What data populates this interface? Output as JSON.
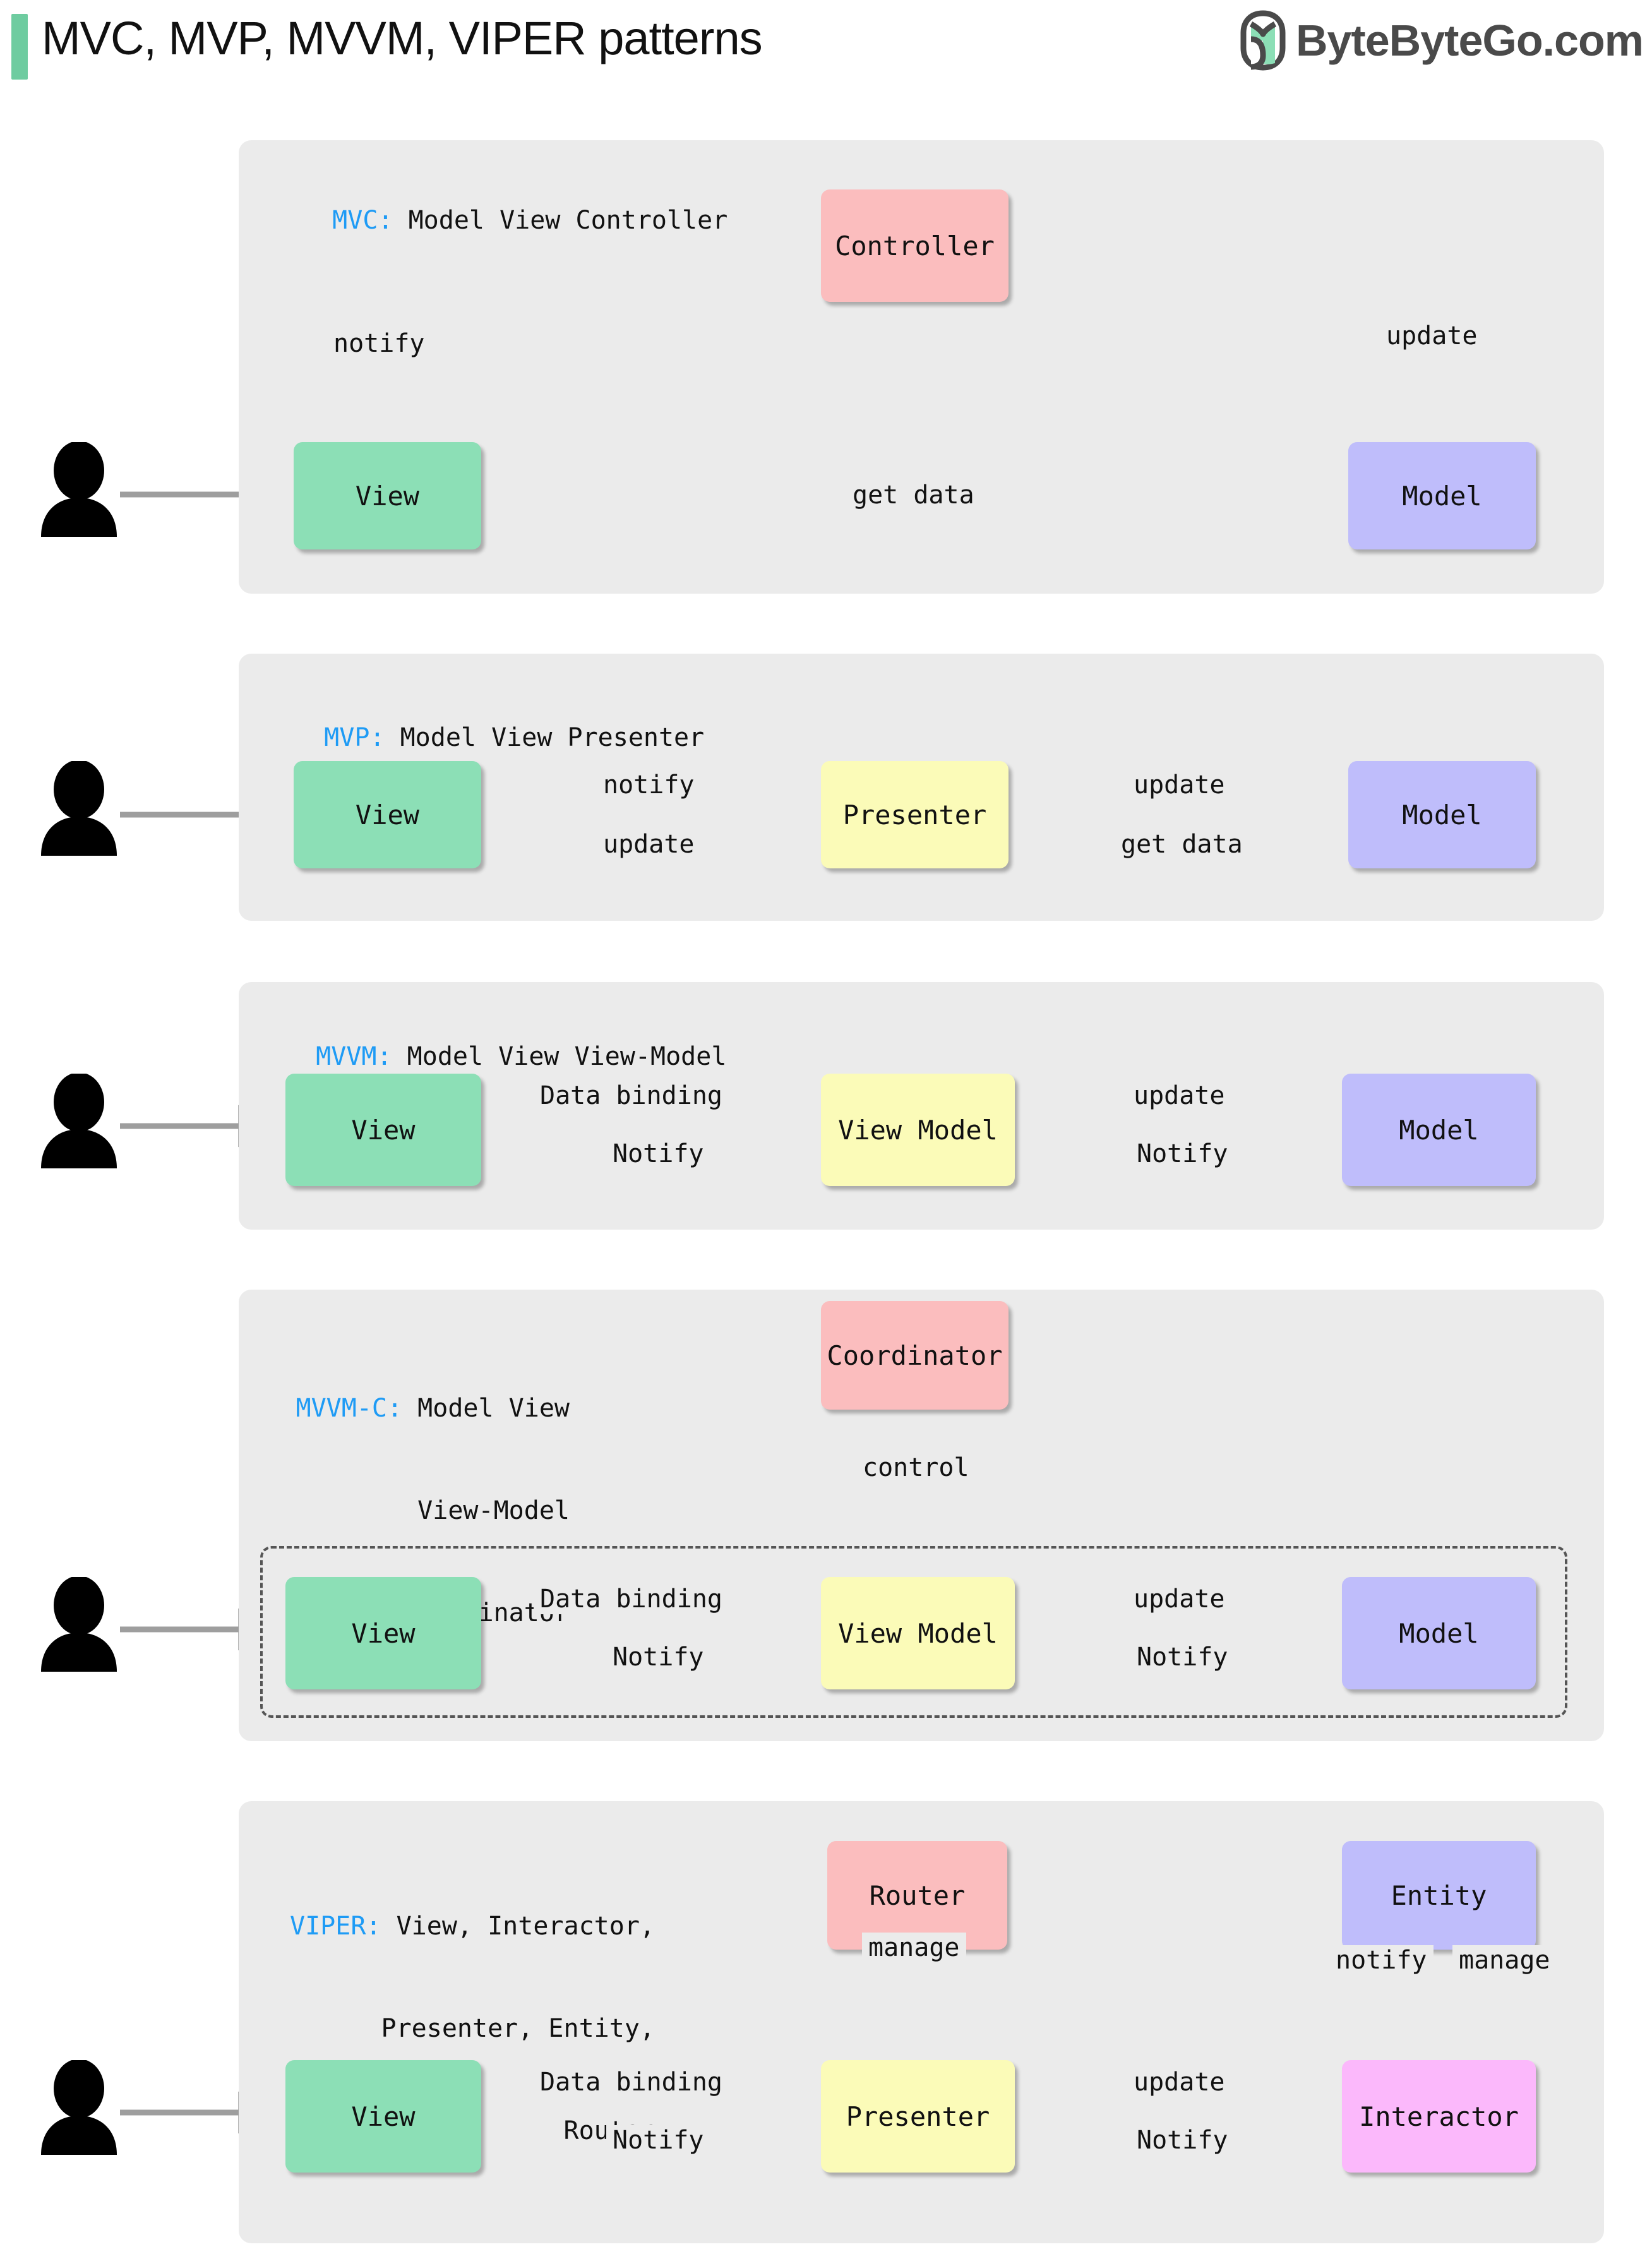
{
  "header": {
    "title": "MVC, MVP, MVVM, VIPER patterns",
    "brand": "ByteByteGo.com",
    "logo_name": "bytebytego-logo",
    "accent_color": "#6ECCA0"
  },
  "colors": {
    "panel_bg": "#ebebeb",
    "view": "#8CDFB6",
    "model": "#BFBDFB",
    "controller": "#FBBDBE",
    "presenter": "#FBFBB8",
    "interactor": "#FBB8FB",
    "arrow": "#9E9E9E",
    "tag": "#1E9BF5"
  },
  "panels": [
    {
      "tag": "MVC:",
      "title": " Model View Controller",
      "title_lines": [
        "MVC: Model View Controller"
      ],
      "nodes": [
        {
          "name": "view",
          "label": "View"
        },
        {
          "name": "controller",
          "label": "Controller"
        },
        {
          "name": "model",
          "label": "Model"
        }
      ],
      "edges": [
        {
          "label": "notify",
          "style": "solid"
        },
        {
          "label": "update",
          "style": "solid"
        },
        {
          "label": "get data",
          "style": "solid"
        }
      ]
    },
    {
      "tag": "MVP:",
      "title": " Model View Presenter",
      "title_lines": [
        "MVP: Model View Presenter"
      ],
      "nodes": [
        {
          "name": "view",
          "label": "View"
        },
        {
          "name": "presenter",
          "label": "Presenter"
        },
        {
          "name": "model",
          "label": "Model"
        }
      ],
      "edges": [
        {
          "label": "notify",
          "style": "solid"
        },
        {
          "label": "update",
          "style": "solid"
        },
        {
          "label": "update",
          "style": "solid"
        },
        {
          "label": "get data",
          "style": "solid"
        }
      ]
    },
    {
      "tag": "MVVM:",
      "title": " Model View View-Model",
      "title_lines": [
        "MVVM: Model View View-Model"
      ],
      "nodes": [
        {
          "name": "view",
          "label": "View"
        },
        {
          "name": "view-model",
          "label": "View Model"
        },
        {
          "name": "model",
          "label": "Model"
        }
      ],
      "edges": [
        {
          "label": "Data binding",
          "style": "solid"
        },
        {
          "label": "Notify",
          "style": "dashed"
        },
        {
          "label": "update",
          "style": "solid"
        },
        {
          "label": "Notify",
          "style": "dashed"
        }
      ]
    },
    {
      "tag": "MVVM-C:",
      "title": " Model View",
      "title_lines": [
        "MVVM-C: Model View",
        "View-Model",
        "Coordinator"
      ],
      "nodes": [
        {
          "name": "coordinator",
          "label": "Coordinator"
        },
        {
          "name": "view",
          "label": "View"
        },
        {
          "name": "view-model",
          "label": "View Model"
        },
        {
          "name": "model",
          "label": "Model"
        }
      ],
      "edges": [
        {
          "label": "control",
          "style": "solid"
        },
        {
          "label": "Data binding",
          "style": "solid"
        },
        {
          "label": "Notify",
          "style": "dashed"
        },
        {
          "label": "update",
          "style": "solid"
        },
        {
          "label": "Notify",
          "style": "dashed"
        }
      ]
    },
    {
      "tag": "VIPER:",
      "title": " View, Interactor,",
      "title_lines": [
        "VIPER: View, Interactor,",
        "Presenter, Entity,",
        "Router"
      ],
      "nodes": [
        {
          "name": "router",
          "label": "Router"
        },
        {
          "name": "entity",
          "label": "Entity"
        },
        {
          "name": "view",
          "label": "View"
        },
        {
          "name": "presenter",
          "label": "Presenter"
        },
        {
          "name": "interactor",
          "label": "Interactor"
        }
      ],
      "edges": [
        {
          "label": "manage",
          "style": "solid"
        },
        {
          "label": "Data binding",
          "style": "solid"
        },
        {
          "label": "Notify",
          "style": "dashed"
        },
        {
          "label": "update",
          "style": "solid"
        },
        {
          "label": "Notify",
          "style": "dashed"
        },
        {
          "label": "notify",
          "style": "solid"
        },
        {
          "label": "manage",
          "style": "solid"
        }
      ]
    }
  ],
  "labels": {
    "mvc_title_plain": "MVC:",
    "mvc_title_rest": " Model View Controller",
    "mvp_title_plain": "MVP:",
    "mvp_title_rest": " Model View Presenter",
    "mvvm_title_plain": "MVVM:",
    "mvvm_title_rest": " Model View View-Model",
    "mvvmc_title_plain": "MVVM-C:",
    "mvvmc_title_rest_1": " Model View",
    "mvvmc_title_rest_2": "View-Model",
    "mvvmc_title_rest_3": "Coordinator",
    "viper_title_plain": "VIPER:",
    "viper_title_rest_1": " View, Interactor,",
    "viper_title_rest_2": "Presenter, Entity,",
    "viper_title_rest_3": "Router",
    "view": "View",
    "model": "Model",
    "controller": "Controller",
    "presenter": "Presenter",
    "view_model": "View Model",
    "coordinator": "Coordinator",
    "router": "Router",
    "entity": "Entity",
    "interactor": "Interactor",
    "notify_lc": "notify",
    "notify_uc": "Notify",
    "update": "update",
    "get_data": "get data",
    "data_binding": "Data binding",
    "control": "control",
    "manage": "manage"
  }
}
